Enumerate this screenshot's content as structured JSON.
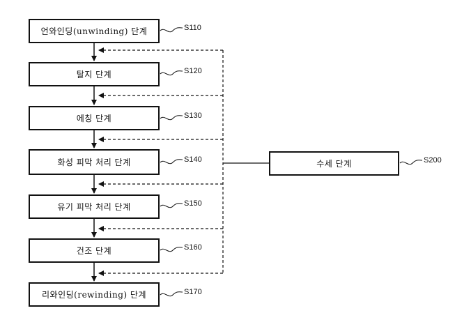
{
  "steps": [
    {
      "text": "언와인딩(unwinding) 단계",
      "label": "S110"
    },
    {
      "text": "탈지 단계",
      "label": "S120"
    },
    {
      "text": "에칭 단계",
      "label": "S130"
    },
    {
      "text": "화성 피막 처리 단계",
      "label": "S140"
    },
    {
      "text": "유기 피막 처리 단계",
      "label": "S150"
    },
    {
      "text": "건조 단계",
      "label": "S160"
    },
    {
      "text": "리와인딩(rewinding) 단계",
      "label": "S170"
    }
  ],
  "side_step": {
    "text": "수세 단계",
    "label": "S200"
  }
}
